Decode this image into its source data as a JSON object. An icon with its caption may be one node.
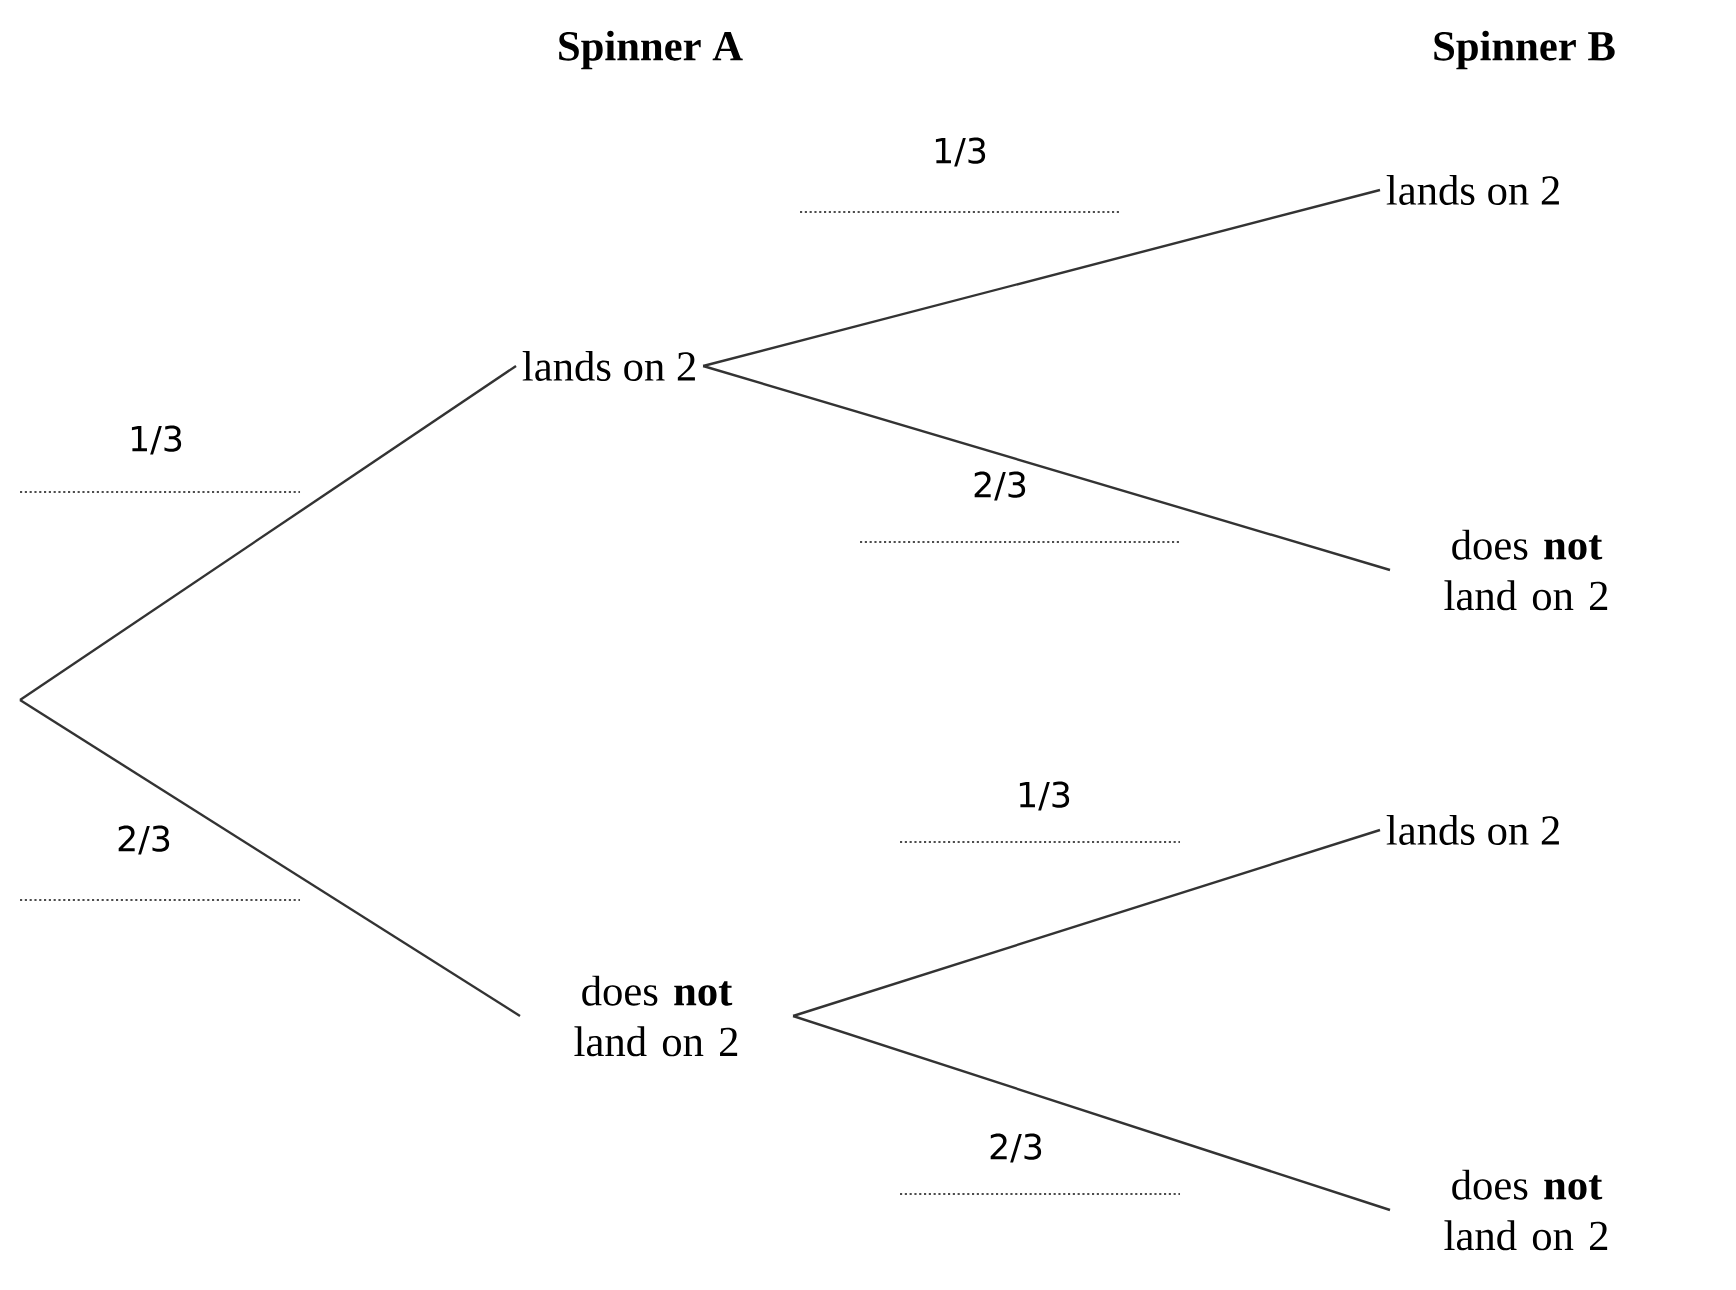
{
  "diagram": {
    "nodes": [
      {
        "text": [
          "lands on 2"
        ]
      },
      {
        "text": [
          "does **not** land on 2"
        ]
      },
      {
        "text": [
          "lands on 2"
        ]
      },
      {
        "text": [
          "does **not** land on 2"
        ]
      },
      {
        "text": [
          "lands on 2"
        ]
      },
      {
        "text": [
          "does **not** land on 2"
        ]
      }
    ],
    "edges": [
      {
        "from": null,
        "to": 0,
        "arrow": "none",
        "label": "1/3"
      },
      {
        "from": null,
        "to": 1,
        "arrow": "none",
        "label": "2/3"
      },
      {
        "from": 0,
        "to": 2,
        "arrow": "none",
        "label": "1/3"
      },
      {
        "from": 0,
        "to": 3,
        "arrow": "none",
        "label": "2/3"
      },
      {
        "from": 1,
        "to": 4,
        "arrow": "none",
        "label": "1/3"
      },
      {
        "from": 1,
        "to": 5,
        "arrow": "none",
        "label": "2/3"
      }
    ],
    "labels": [
      "Spinner A",
      "Spinner B"
    ]
  }
}
